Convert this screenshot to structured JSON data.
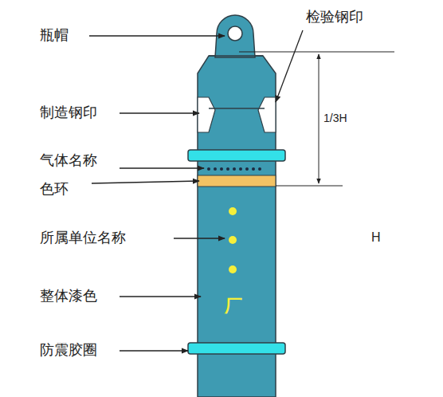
{
  "diagram": {
    "labels": [
      "瓶帽",
      "检验钢印",
      "制造钢印",
      "1/3H",
      "气体名称",
      "色环",
      "所属单位名称",
      "H",
      "整体漆色",
      "厂",
      "防震胶圈"
    ]
  }
}
